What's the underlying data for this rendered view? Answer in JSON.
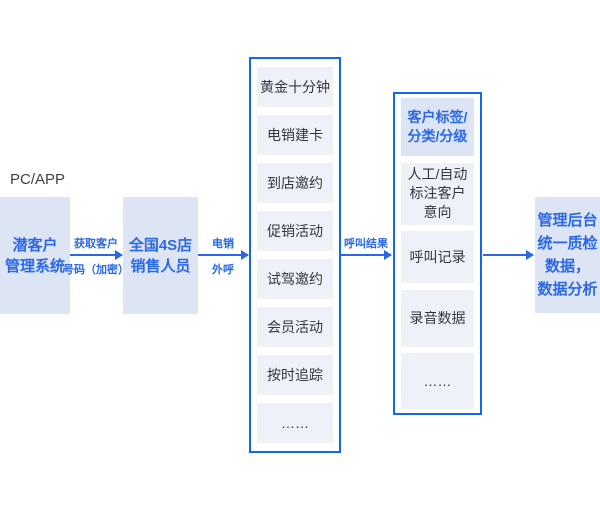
{
  "colors": {
    "accent_blue": "#2b68e8",
    "border_blue": "#1266f1",
    "node_bg": "#dde4f4",
    "item_bg": "#eef1f8",
    "text_dark": "#35373e"
  },
  "diagram": {
    "platform_label": "PC/APP",
    "nodes": {
      "source": {
        "lines": [
          "潜客户",
          "管理系统"
        ]
      },
      "dealer": {
        "lines": [
          "全国4S店",
          "销售人员"
        ]
      },
      "result": {
        "lines": [
          "管理后台",
          "统一质检",
          "数据，",
          "数据分析"
        ]
      }
    },
    "arrows": [
      {
        "label_top": "获取客户",
        "label_bottom": "号码（加密）"
      },
      {
        "label_top": "电销",
        "label_bottom": "外呼"
      },
      {
        "label_top": "呼叫结果",
        "label_bottom": ""
      },
      {
        "label_top": "",
        "label_bottom": ""
      }
    ],
    "call_tasks": {
      "items": [
        "黄金十分钟",
        "电销建卡",
        "到店邀约",
        "促销活动",
        "试驾邀约",
        "会员活动",
        "按时追踪",
        "……"
      ]
    },
    "call_results": {
      "header": {
        "lines": [
          "客户标签/",
          "分类/分级"
        ]
      },
      "items": [
        {
          "lines": [
            "人工/自动",
            "标注客户",
            "意向"
          ]
        },
        {
          "lines": [
            "呼叫记录"
          ]
        },
        {
          "lines": [
            "录音数据"
          ]
        },
        {
          "lines": [
            "……"
          ]
        }
      ]
    }
  }
}
